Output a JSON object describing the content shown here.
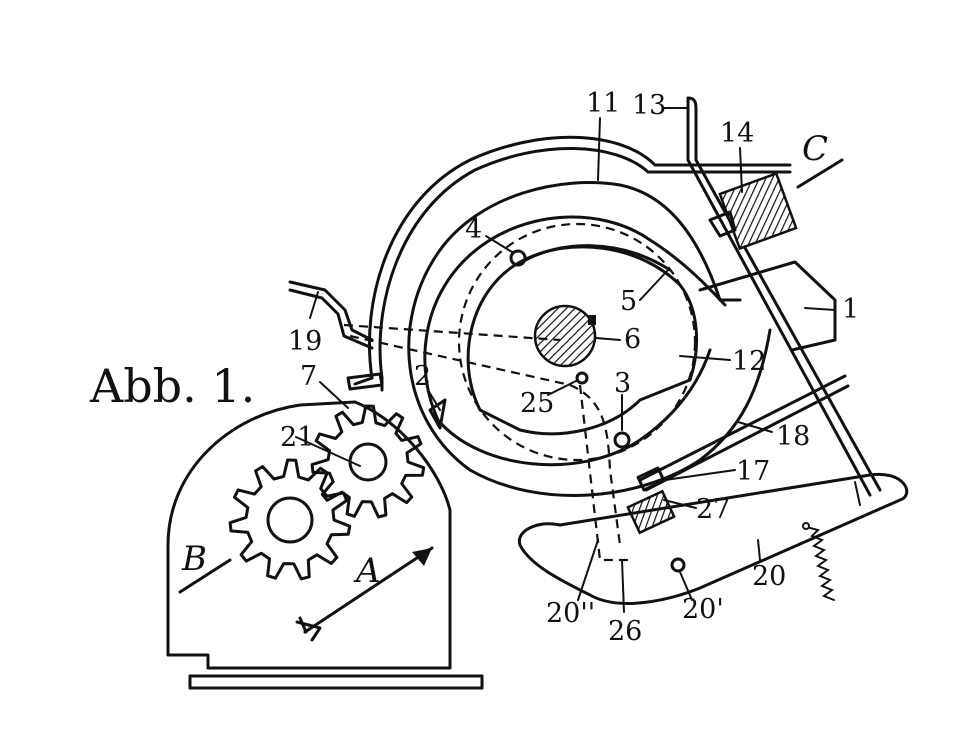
{
  "figure": {
    "title": "Abb. 1.",
    "labels": {
      "l1": "1",
      "l2": "2",
      "l3": "3",
      "l4": "4",
      "l5": "5",
      "l6": "6",
      "l7": "7",
      "l11": "11",
      "l12": "12",
      "l13": "13",
      "l14": "14",
      "l17": "17",
      "l18": "18",
      "l19": "19",
      "l20": "20",
      "l20p": "20'",
      "l20pp": "20''",
      "l21": "21",
      "l25": "25",
      "l26": "26",
      "l27": "27"
    },
    "letters": {
      "A": "A",
      "B": "B",
      "C": "C"
    }
  }
}
